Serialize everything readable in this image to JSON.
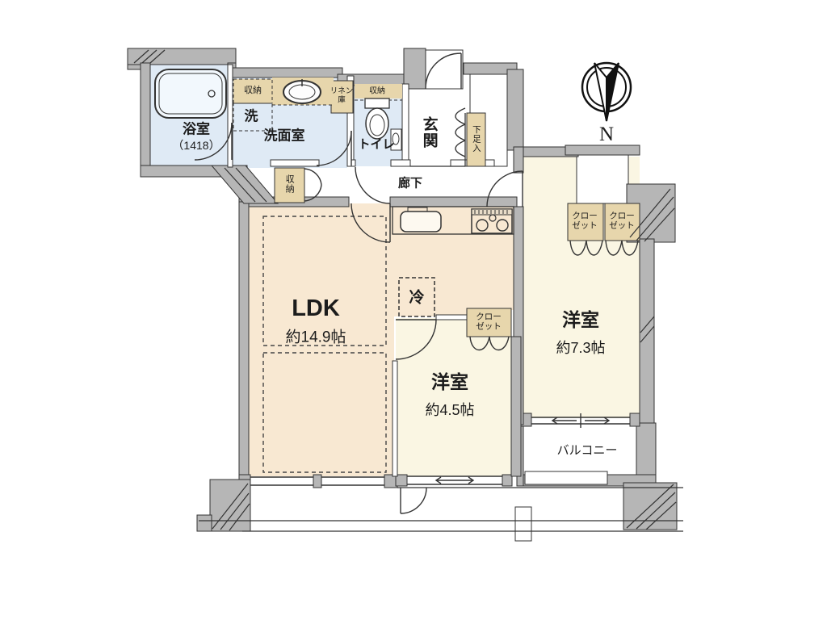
{
  "compass": {
    "label": "N"
  },
  "colors": {
    "wall_gray": "#b6b6b6",
    "water_room_blue": "#dfeaf5",
    "ldk_beige": "#f8e8d2",
    "western_room_cream": "#faf6e3",
    "storage_tan": "#e7d6ac",
    "line_dark": "#333333"
  },
  "rooms": {
    "bathroom": {
      "name": "浴室",
      "size": "（1418）"
    },
    "washroom": {
      "name": "洗面室"
    },
    "washer": {
      "name": "洗"
    },
    "washroom_storage": {
      "name": "収納"
    },
    "linen_closet": {
      "name": "リネン\n庫"
    },
    "toilet": {
      "name": "トイレ"
    },
    "toilet_storage": {
      "name": "収納"
    },
    "entrance": {
      "name": "玄関"
    },
    "shoe_cabinet": {
      "name": "下足入"
    },
    "hallway": {
      "name": "廊下"
    },
    "hallway_storage": {
      "name": "収納"
    },
    "ldk": {
      "name": "LDK",
      "size": "約14.9帖"
    },
    "refrigerator": {
      "name": "冷"
    },
    "closet_small_room": {
      "name": "クロー\nゼット"
    },
    "western_room_small": {
      "name": "洋室",
      "size": "約4.5帖"
    },
    "western_room_large": {
      "name": "洋室",
      "size": "約7.3帖"
    },
    "closet_large_room_left": {
      "name": "クロー\nゼット"
    },
    "closet_large_room_right": {
      "name": "クロー\nゼット"
    },
    "balcony": {
      "name": "バルコニー"
    }
  }
}
